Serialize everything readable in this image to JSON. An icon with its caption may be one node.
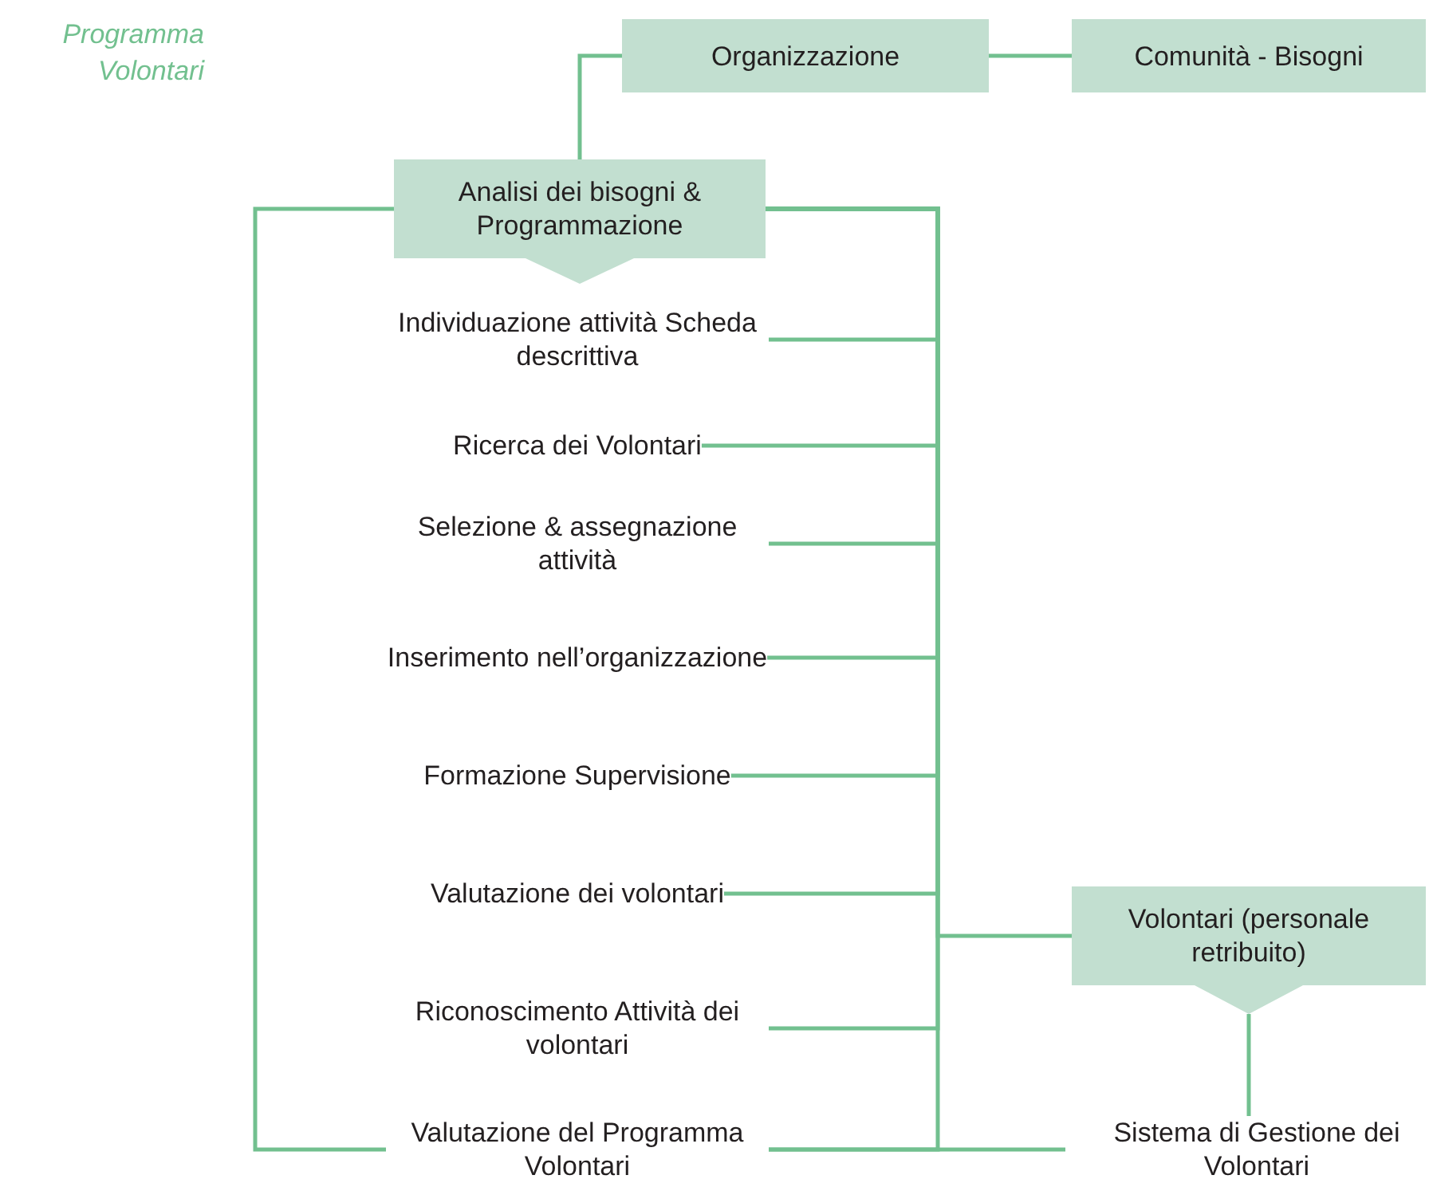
{
  "diagram": {
    "title": "Programma Volontari",
    "nodes": [
      {
        "text": [
          "Organizzazione"
        ]
      },
      {
        "text": [
          "Comunità - Bisogni"
        ]
      },
      {
        "text": [
          "Analisi dei bisogni & Programmazione"
        ]
      },
      {
        "text": [
          "Individuazione attività Scheda descrittiva"
        ]
      },
      {
        "text": [
          "Ricerca dei Volontari"
        ]
      },
      {
        "text": [
          "Selezione & assegnazione attività"
        ]
      },
      {
        "text": [
          "Inserimento nell’organizzazione"
        ]
      },
      {
        "text": [
          "Formazione Supervisione"
        ]
      },
      {
        "text": [
          "Valutazione dei volontari"
        ]
      },
      {
        "text": [
          "Riconoscimento Attività dei volontari"
        ]
      },
      {
        "text": [
          "Valutazione del Programma Volontari"
        ]
      },
      {
        "text": [
          "Volontari (personale retribuito)"
        ]
      },
      {
        "text": [
          "Sistema di Gestione dei Volontari"
        ]
      }
    ],
    "edges": [
      {
        "from": 0,
        "to": 1,
        "arrow": "none"
      },
      {
        "from": 2,
        "to": 0,
        "arrow": "none"
      },
      {
        "from": 2,
        "to": 10,
        "arrow": "none"
      },
      {
        "from": 3,
        "to": 2,
        "arrow": "none"
      },
      {
        "from": 4,
        "to": 2,
        "arrow": "none"
      },
      {
        "from": 5,
        "to": 2,
        "arrow": "none"
      },
      {
        "from": 6,
        "to": 2,
        "arrow": "none"
      },
      {
        "from": 7,
        "to": 2,
        "arrow": "none"
      },
      {
        "from": 8,
        "to": 2,
        "arrow": "none"
      },
      {
        "from": 9,
        "to": 2,
        "arrow": "none"
      },
      {
        "from": 10,
        "to": 2,
        "arrow": "none"
      },
      {
        "from": 11,
        "to": 2,
        "arrow": "none"
      },
      {
        "from": 10,
        "to": 12,
        "arrow": "none"
      },
      {
        "from": 11,
        "to": 12,
        "arrow": "none"
      }
    ]
  }
}
